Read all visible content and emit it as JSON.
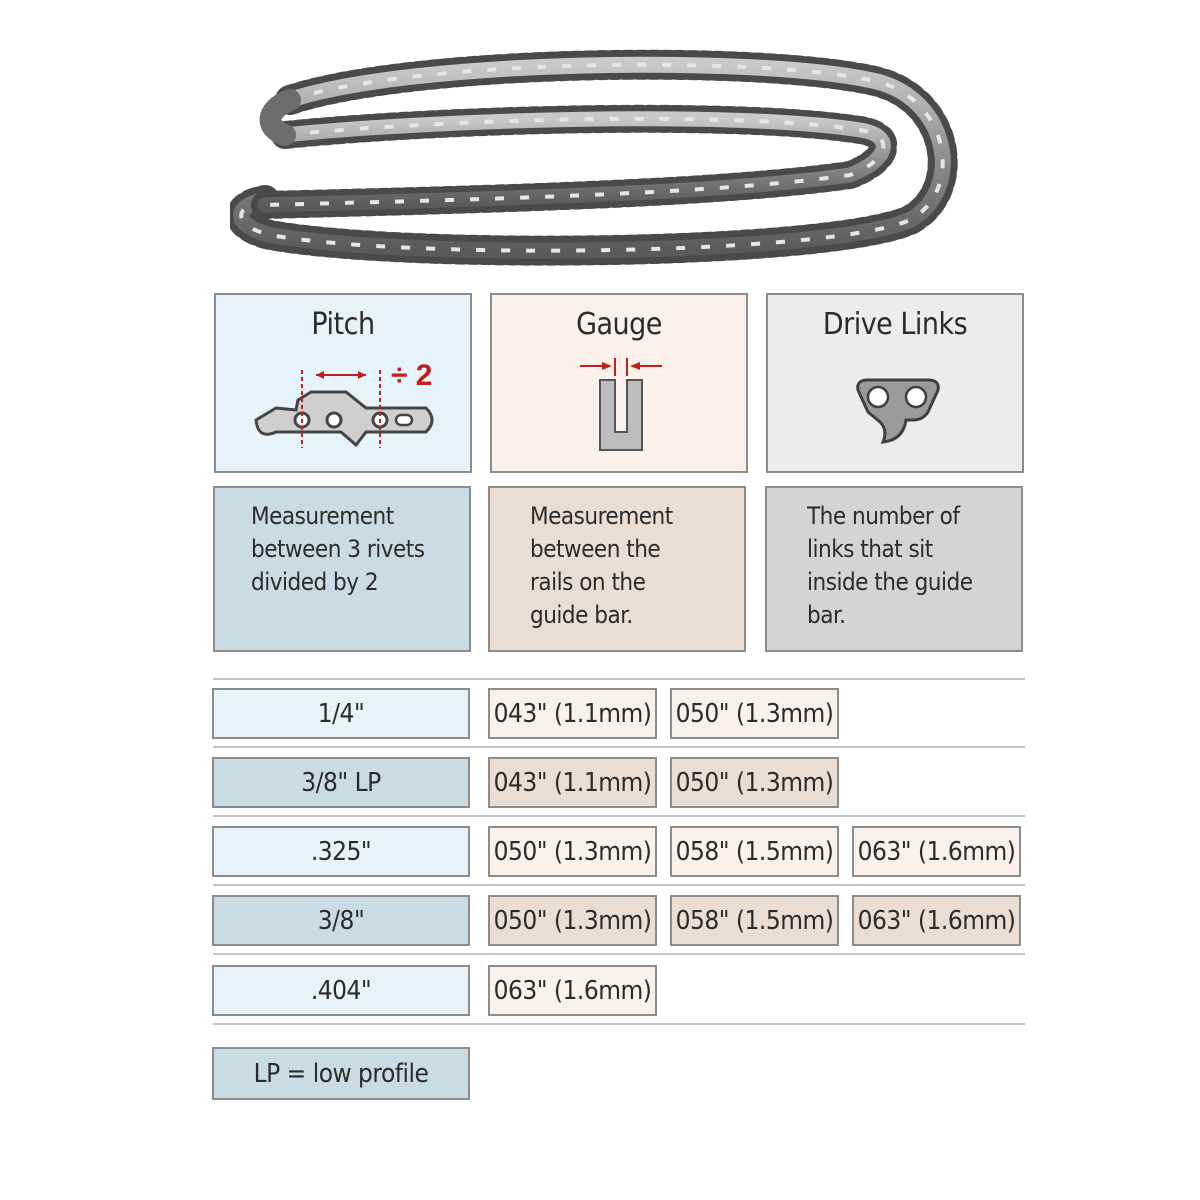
{
  "product_image": {
    "subject": "saw chain"
  },
  "columns": [
    {
      "title": "Pitch",
      "icon": "pitch-diagram-icon",
      "icon_label": "÷ 2",
      "description": [
        "Measurement",
        "between 3 rivets",
        "divided by 2"
      ]
    },
    {
      "title": "Gauge",
      "icon": "gauge-diagram-icon",
      "description": [
        "Measurement",
        "between the",
        "rails on the",
        "guide bar."
      ]
    },
    {
      "title": "Drive Links",
      "icon": "drive-link-icon",
      "description": [
        "The number of",
        "links that sit",
        "inside the guide",
        "bar."
      ]
    }
  ],
  "rows": [
    {
      "pitch": "1/4\"",
      "gauges": [
        "043\" (1.1mm)",
        "050\" (1.3mm)"
      ]
    },
    {
      "pitch": "3/8\" LP",
      "gauges": [
        "043\" (1.1mm)",
        "050\" (1.3mm)"
      ]
    },
    {
      "pitch": ".325\"",
      "gauges": [
        "050\" (1.3mm)",
        "058\" (1.5mm)",
        "063\" (1.6mm)"
      ]
    },
    {
      "pitch": "3/8\"",
      "gauges": [
        "050\" (1.3mm)",
        "058\" (1.5mm)",
        "063\" (1.6mm)"
      ]
    },
    {
      "pitch": ".404\"",
      "gauges": [
        "063\" (1.6mm)"
      ]
    }
  ],
  "legend": "LP = low profile",
  "colors": {
    "pitch_light": "#e6f3fb",
    "pitch_dark": "#c9dbe5",
    "gauge_light": "#fbf1ea",
    "gauge_dark": "#ecddd3",
    "drive_light": "#ececec",
    "drive_dark": "#d4d4d4",
    "accent_red": "#c0201c",
    "border": "#8c8c8c"
  }
}
